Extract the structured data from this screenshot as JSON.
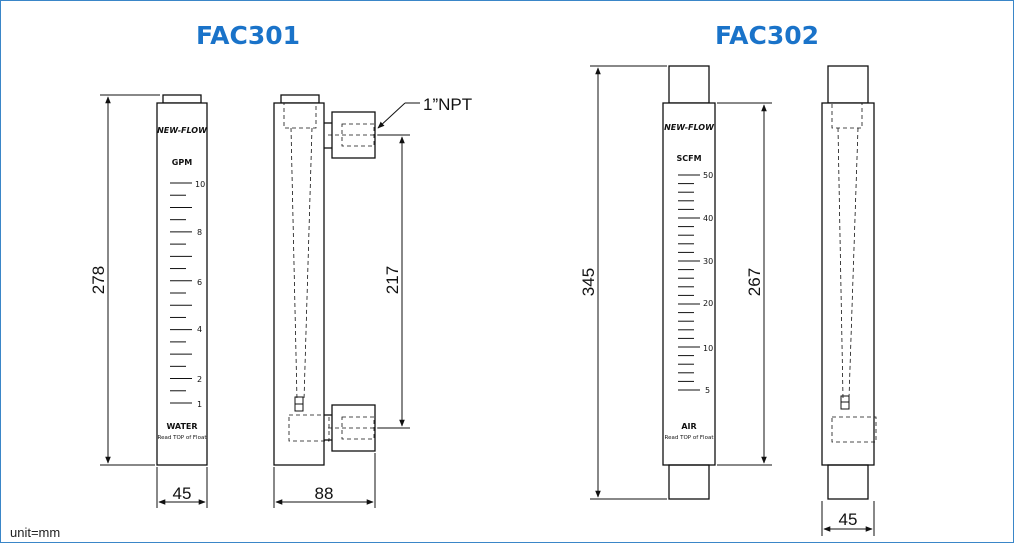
{
  "models": [
    {
      "title": "FAC301",
      "brand": "NEW-FLOW",
      "unit_label": "GPM",
      "scale": [
        "10",
        "8",
        "6",
        "4",
        "2",
        "1"
      ],
      "medium": "WATER",
      "read_note": "Read TOP of Float",
      "dims": {
        "height": "278",
        "width": "45",
        "depth": "88",
        "port_spacing": "217"
      },
      "port": "1”NPT"
    },
    {
      "title": "FAC302",
      "brand": "NEW-FLOW",
      "unit_label": "SCFM",
      "scale": [
        "50",
        "40",
        "30",
        "20",
        "10",
        "5"
      ],
      "medium": "AIR",
      "read_note": "Read TOP of Float",
      "dims": {
        "height": "345",
        "body_height": "267",
        "width": "45"
      }
    }
  ],
  "footer": {
    "unit": "unit=mm"
  },
  "colors": {
    "title": "#1a73c9",
    "border": "#3a86c8",
    "line": "#111111"
  }
}
